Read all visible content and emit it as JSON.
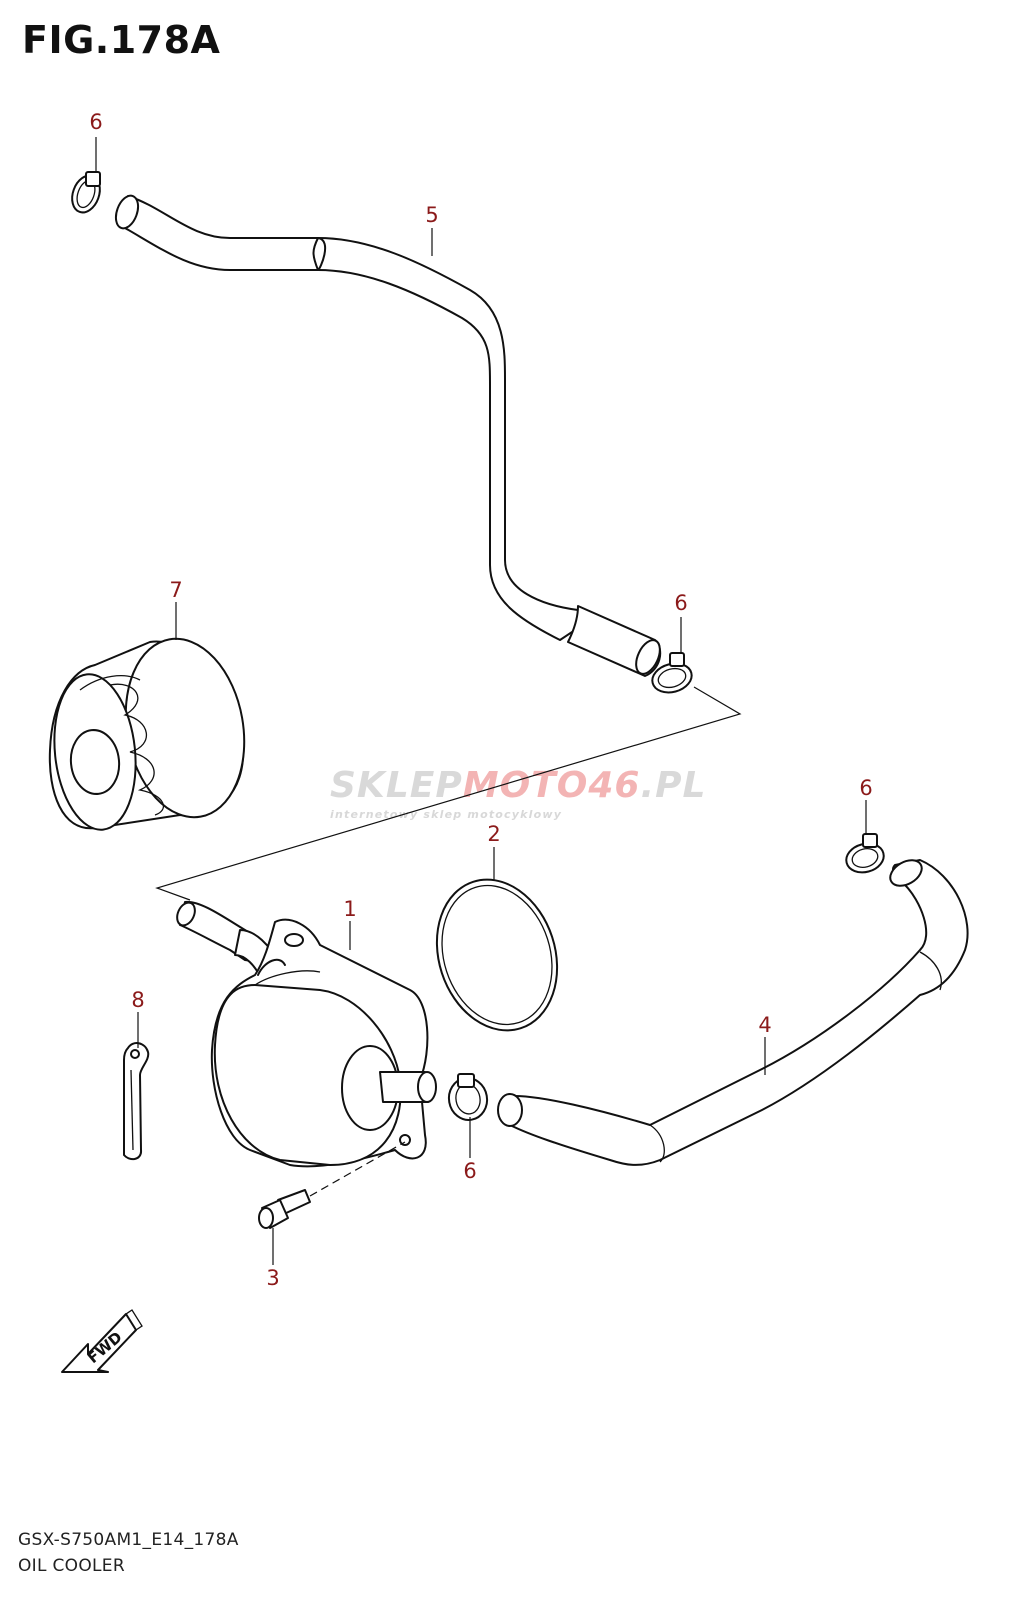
{
  "figure": {
    "title": "FIG.178A",
    "code": "GSX-S750AM1_E14_178A",
    "name": "OIL COOLER"
  },
  "callouts": {
    "c1": "1",
    "c2": "2",
    "c3": "3",
    "c4": "4",
    "c5": "5",
    "c6a": "6",
    "c6b": "6",
    "c6c": "6",
    "c6d": "6",
    "c7": "7",
    "c8": "8"
  },
  "fwd_label": "FWD",
  "watermark": {
    "brand_a": "SKLEP",
    "brand_b": "MOTO",
    "brand_c": "46",
    "brand_d": ".PL",
    "tagline": "internetowy sklep motocyklowy"
  },
  "colors": {
    "callout": "#8b1a1a",
    "line": "#111111",
    "watermark_gray": "#d9d9d9",
    "watermark_red": "#f3b4b4"
  }
}
